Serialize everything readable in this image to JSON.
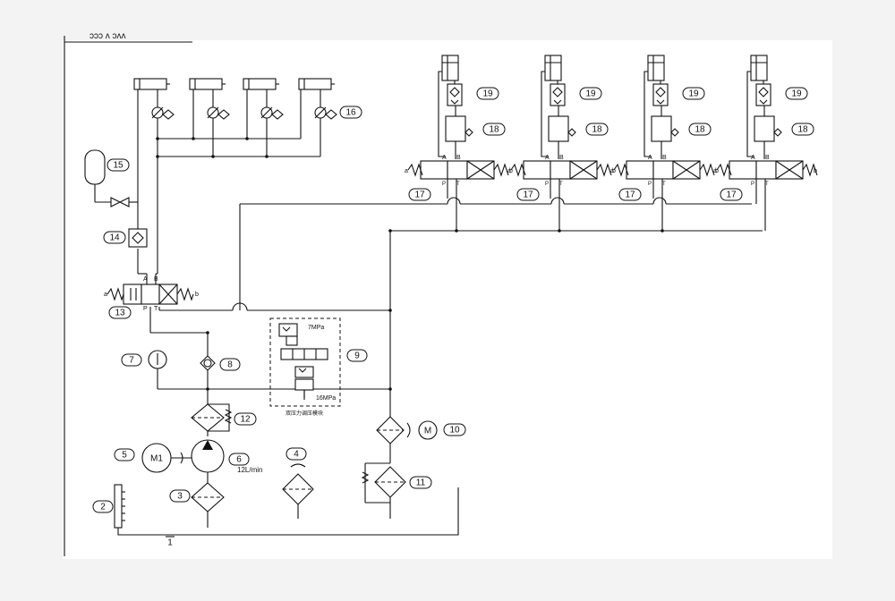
{
  "diagram": {
    "top_fragment": "ᴐᴐᴐ ᴧ ᴐᴧᴧ",
    "callouts": {
      "c1": "1",
      "c2": "2",
      "c3": "3",
      "c4": "4",
      "c5": "5",
      "c6": "6",
      "c7": "7",
      "c8": "8",
      "c9": "9",
      "c10": "10",
      "c11": "11",
      "c12": "12",
      "c13": "13",
      "c14": "14",
      "c15": "15",
      "c16": "16",
      "c17": "17",
      "c18": "18",
      "c19": "19"
    },
    "motor_pump_label": "M1",
    "pump_flow": "12L/min",
    "motor_fan_label": "M",
    "pressure_low": "7MPa",
    "pressure_high": "16MPa",
    "block_caption": "双压力调压模块",
    "port_labels": {
      "a": "a",
      "b": "b",
      "A": "A",
      "B": "B",
      "P": "P",
      "T": "T"
    }
  }
}
